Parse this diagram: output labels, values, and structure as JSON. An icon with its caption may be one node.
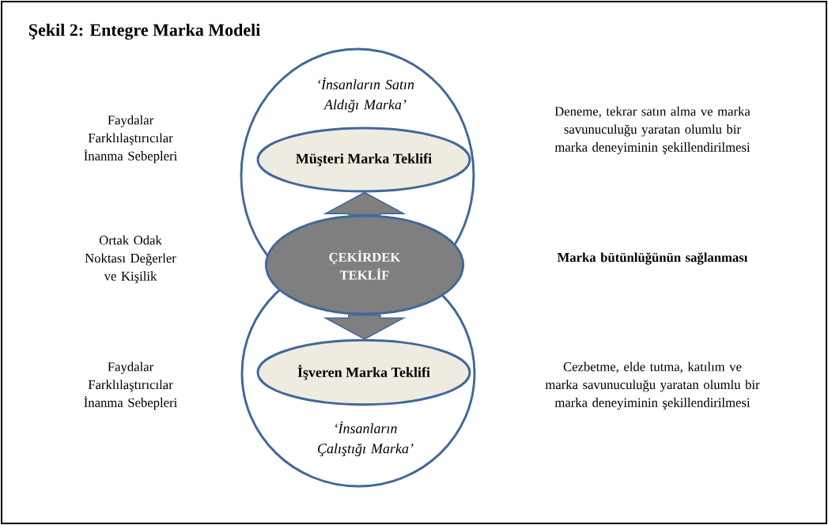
{
  "diagram": {
    "title": "Şekil 2: Entegre Marka Modeli",
    "nodes": [
      {
        "text": [
          "‘İnsanların Satın Aldığı Marka’"
        ]
      },
      {
        "text": [
          "Müşteri Marka Teklifi"
        ],
        "in": 0
      },
      {
        "text": [
          "‘İnsanların Çalıştığı Marka’"
        ]
      },
      {
        "text": [
          "İşveren Marka Teklifi"
        ],
        "in": 2
      },
      {
        "text": [
          "ÇEKİRDEK TEKLİF"
        ]
      }
    ],
    "edges": [
      {
        "from": 4,
        "to": 1,
        "arrow": "to"
      },
      {
        "from": 4,
        "to": 3,
        "arrow": "to"
      }
    ],
    "labels": [
      "Faydalar Farklılaştırıcılar İnanma Sebepleri",
      "Deneme, tekrar satın alma ve marka savunuculuğu yaratan olumlu bir marka deneyiminin şekillendirilmesi",
      "Ortak Odak Noktası Değerler ve Kişilik",
      "Marka bütünlüğünün sağlanması",
      "Faydalar Farklılaştırıcılar İnanma Sebepleri",
      "Cezbetme, elde tutma, katılım ve marka savunuculuğu yaratan olumlu bir marka deneyiminin şekillendirilmesi"
    ]
  }
}
